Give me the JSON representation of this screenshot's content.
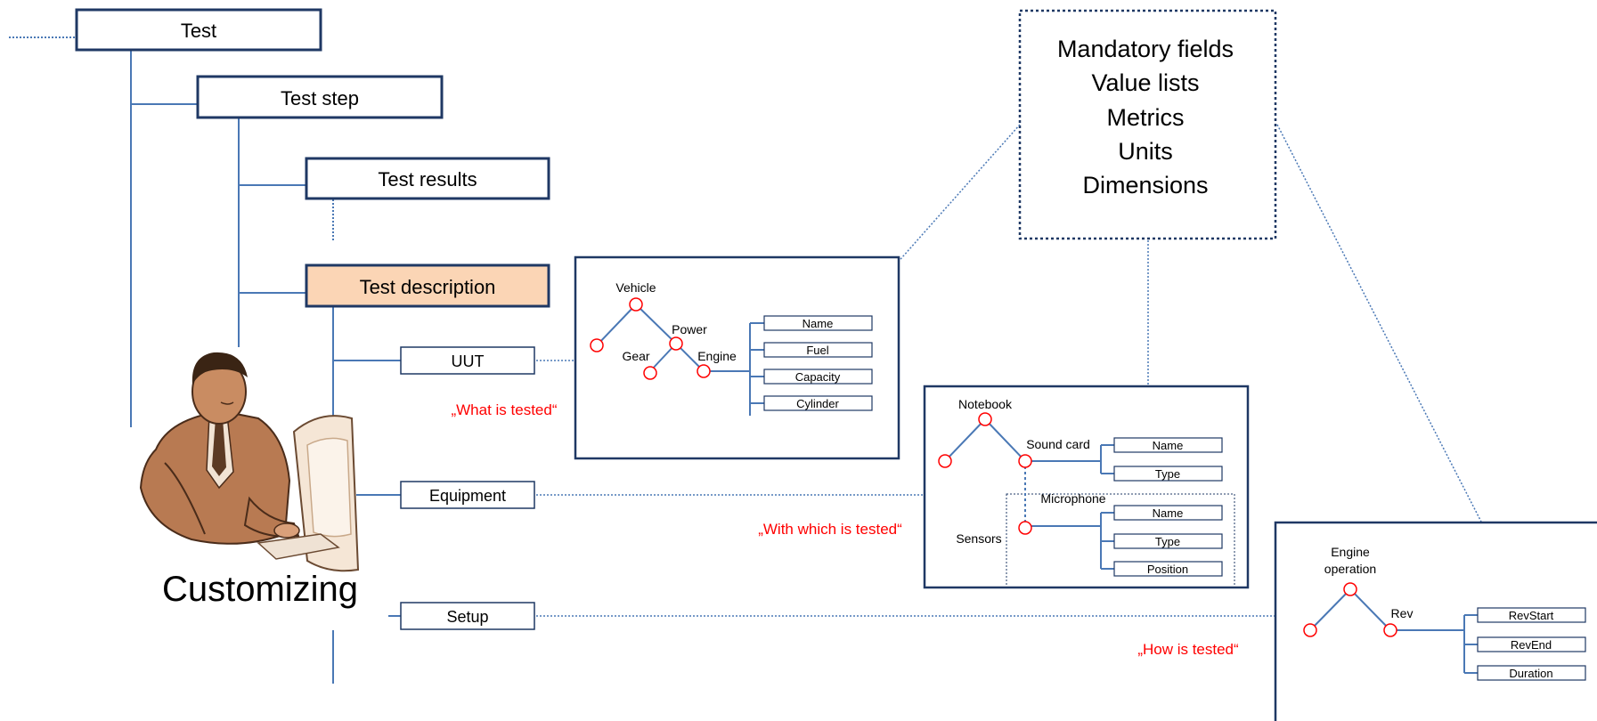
{
  "hierarchy": {
    "test": "Test",
    "test_step": "Test step",
    "test_results": "Test results",
    "test_description": "Test description",
    "uut": "UUT",
    "equipment": "Equipment",
    "setup": "Setup"
  },
  "customizing_label": "Customizing",
  "annotations": {
    "what": "„What is tested“",
    "with_which": "„With which is tested“",
    "how": "„How is tested“"
  },
  "info_box": {
    "lines": [
      "Mandatory fields",
      "Value lists",
      "Metrics",
      "Units",
      "Dimensions"
    ]
  },
  "uut_panel": {
    "root": "Vehicle",
    "power": "Power",
    "gear": "Gear",
    "engine": "Engine",
    "fields": [
      "Name",
      "Fuel",
      "Capacity",
      "Cylinder"
    ]
  },
  "equipment_panel": {
    "root": "Notebook",
    "sound_card": "Sound card",
    "microphone": "Microphone",
    "sensors": "Sensors",
    "sound_fields": [
      "Name",
      "Type"
    ],
    "mic_fields": [
      "Name",
      "Type",
      "Position"
    ]
  },
  "setup_panel": {
    "root_line1": "Engine",
    "root_line2": "operation",
    "rev": "Rev",
    "fields": [
      "RevStart",
      "RevEnd",
      "Duration"
    ]
  },
  "colors": {
    "box_border": "#1f3864",
    "line": "#4a78b5",
    "highlight_fill": "#fbd5b5",
    "node_circle": "#ff0000",
    "annotation_text": "#ff0000",
    "arrow": "#4a78b5"
  }
}
